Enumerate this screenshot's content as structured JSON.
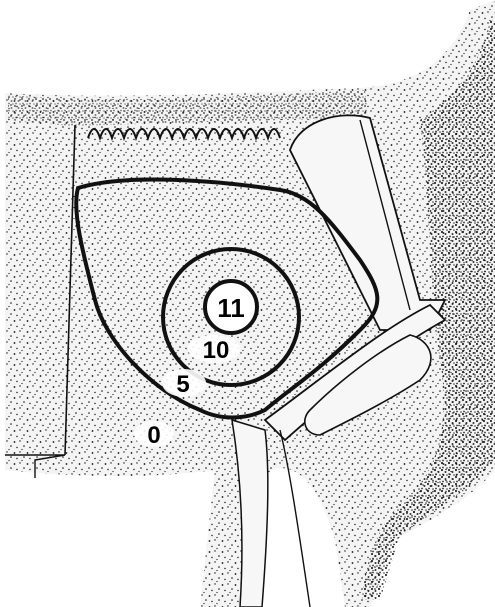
{
  "diagram": {
    "colors": {
      "ink": "#111111",
      "paper": "#f7f7f7",
      "background": "#ffffff",
      "label_halo": "#ffffff"
    },
    "zone_labels": {
      "center": "11",
      "inner_ring": "10",
      "outer_zone": "5",
      "periphery": "0"
    }
  }
}
